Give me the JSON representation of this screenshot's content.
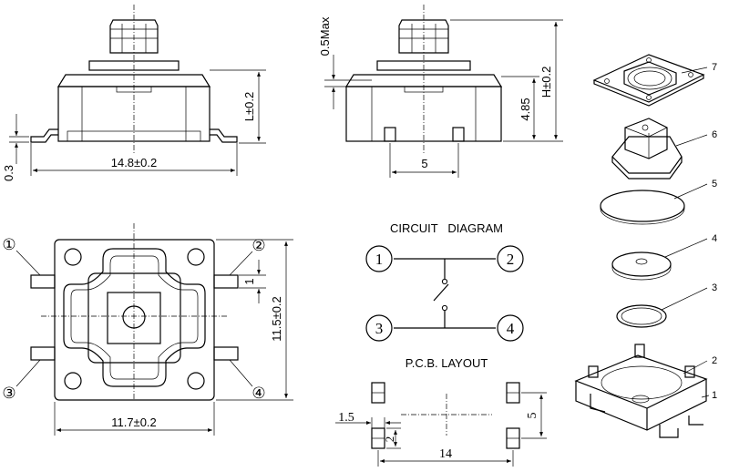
{
  "dimensions": {
    "side_width": "14.8±0.2",
    "side_height": "L±0.2",
    "lead_thickness": "0.3",
    "protrusion": "0.5Max",
    "body_height": "4.85",
    "total_height": "H±0.2",
    "pin_pitch": "5",
    "top_width": "11.7±0.2",
    "top_height": "11.5±0.2",
    "top_pad": "1"
  },
  "pins": [
    "①",
    "②",
    "③",
    "④"
  ],
  "circuit": {
    "title": "CIRCUIT   DIAGRAM",
    "nodes": [
      "1",
      "2",
      "3",
      "4"
    ]
  },
  "pcb": {
    "title": "P.C.B. LAYOUT",
    "dim_left": "1.5",
    "dim_pad": "2",
    "dim_right": "5",
    "dim_bottom": "14"
  },
  "exploded": {
    "parts": [
      "7",
      "6",
      "5",
      "4",
      "3",
      "2",
      "1"
    ]
  }
}
